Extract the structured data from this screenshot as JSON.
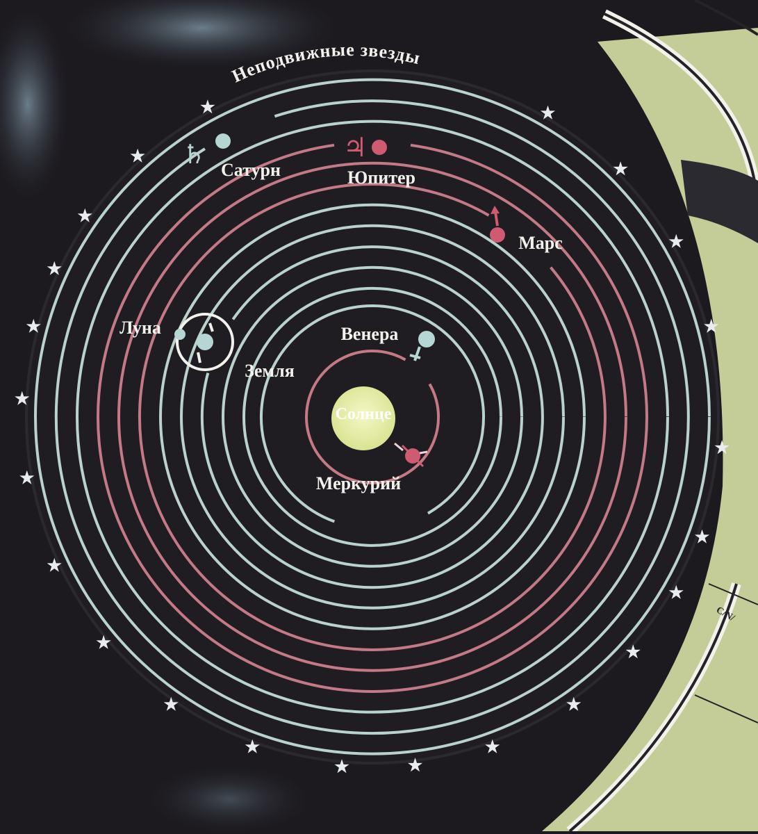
{
  "title": "Неподвижные звезды",
  "labels": {
    "saturn": "Сатурн",
    "jupiter": "Юпитер",
    "mars": "Марс",
    "moon": "Луна",
    "earth": "Земля",
    "venus": "Венера",
    "sun": "Солнце",
    "mercury": "Меркурий"
  },
  "symbols": {
    "saturn": "♄",
    "jupiter": "♃"
  },
  "corner_text": "C/N/",
  "colors": {
    "background": "#1c1a1f",
    "disc": "#201d22",
    "blue_orbit": "#b9d3cc",
    "red_orbit": "#c47a86",
    "sun": "#e6ecaa",
    "planet_red": "#cf5b72",
    "planet_blue": "#b5d6d2",
    "panel_green": "#c4cc98",
    "text": "#f3f1ec"
  }
}
